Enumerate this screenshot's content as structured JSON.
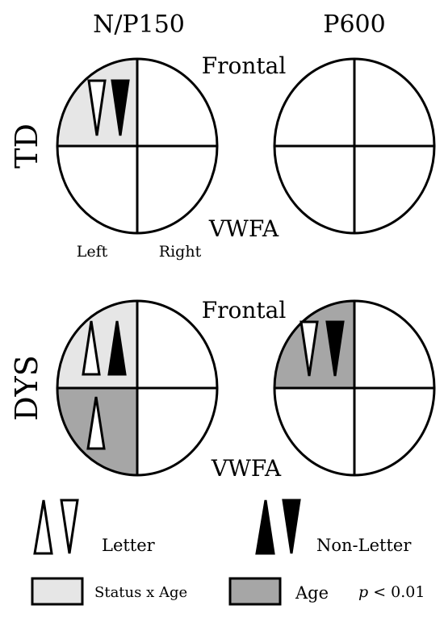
{
  "columns": {
    "left": "N/P150",
    "right": "P600"
  },
  "rows": {
    "top": "TD",
    "bottom": "DYS"
  },
  "labels": {
    "frontal": "Frontal",
    "vwfa": "VWFA",
    "left": "Left",
    "right": "Right"
  },
  "legend": {
    "letter": "Letter",
    "non_letter": "Non-Letter",
    "status_x_age": "Status x Age",
    "age": "Age",
    "p_label": "p",
    "p_value": " < 0.01"
  },
  "colors": {
    "status_x_age_fill": "#e6e6e6",
    "age_fill": "#a6a6a6",
    "outline": "#000000",
    "letter_fill": "#ffffff",
    "non_letter_fill": "#000000"
  },
  "panels": [
    {
      "row": "TD",
      "column": "N/P150",
      "quadrants": {
        "upper_left": "status_x_age",
        "upper_right": "none",
        "lower_left": "none",
        "lower_right": "none"
      },
      "markers": [
        {
          "quadrant": "upper_left",
          "type": "letter",
          "direction": "down"
        },
        {
          "quadrant": "upper_left",
          "type": "non_letter",
          "direction": "down"
        }
      ]
    },
    {
      "row": "TD",
      "column": "P600",
      "quadrants": {
        "upper_left": "none",
        "upper_right": "none",
        "lower_left": "none",
        "lower_right": "none"
      },
      "markers": []
    },
    {
      "row": "DYS",
      "column": "N/P150",
      "quadrants": {
        "upper_left": "status_x_age",
        "upper_right": "none",
        "lower_left": "age",
        "lower_right": "none"
      },
      "markers": [
        {
          "quadrant": "upper_left",
          "type": "letter",
          "direction": "up"
        },
        {
          "quadrant": "upper_left",
          "type": "non_letter",
          "direction": "up"
        },
        {
          "quadrant": "lower_left",
          "type": "letter",
          "direction": "up"
        }
      ]
    },
    {
      "row": "DYS",
      "column": "P600",
      "quadrants": {
        "upper_left": "age",
        "upper_right": "none",
        "lower_left": "none",
        "lower_right": "none"
      },
      "markers": [
        {
          "quadrant": "upper_left",
          "type": "letter",
          "direction": "down"
        },
        {
          "quadrant": "upper_left",
          "type": "non_letter",
          "direction": "down"
        }
      ]
    }
  ]
}
